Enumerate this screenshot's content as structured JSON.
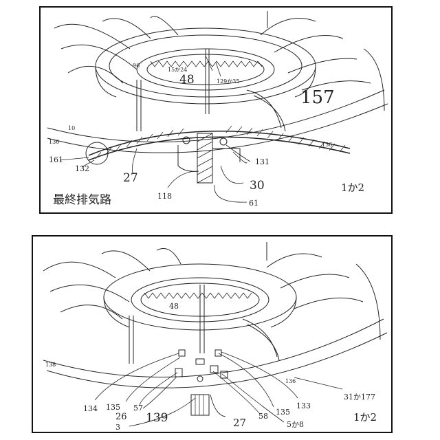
{
  "top_panel": {
    "caption": "最終排気路",
    "page_marker": "1か2",
    "labels": {
      "l48": "48",
      "l157": "157",
      "l27": "27",
      "l30": "30",
      "l118": "118",
      "l61": "61",
      "l131": "131",
      "l161": "161",
      "l132": "132",
      "l136": "136",
      "l136b": "136",
      "l10": "10",
      "l1524": "15か24",
      "l12935": "129か35",
      "l96": "96"
    }
  },
  "bottom_panel": {
    "page_marker": "1か2",
    "labels": {
      "l48": "48",
      "l139": "139",
      "l134": "134",
      "l135a": "135",
      "l135b": "135",
      "l26": "26",
      "l57": "57",
      "l3": "3",
      "l27": "27",
      "l58": "58",
      "l58b": "5か8",
      "l133": "133",
      "l31177": "31か177",
      "l138": "138",
      "l136": "136"
    }
  },
  "colors": {
    "line": "#222222",
    "background": "#ffffff"
  }
}
